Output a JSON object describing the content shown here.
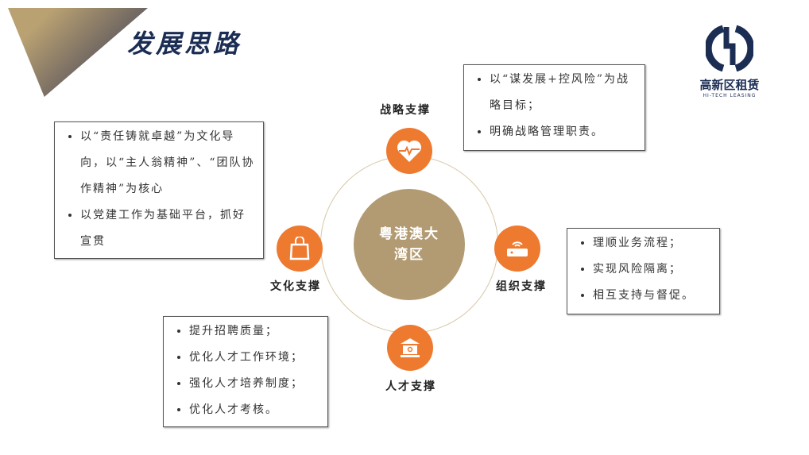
{
  "title": "发展思路",
  "logo": {
    "name": "高新区租赁",
    "english": "HI-TECH LEASING"
  },
  "center": "粤港澳大湾区",
  "colors": {
    "accent": "#ee7a30",
    "gold": "#b29b72",
    "navy": "#1c2d54"
  },
  "pillars": {
    "strategy": {
      "label": "战略支撑",
      "icon": "heartbeat-icon",
      "items": [
        "以“谋发展+控风险”为战略目标；",
        "明确战略管理职责。"
      ]
    },
    "culture": {
      "label": "文化支撑",
      "icon": "shopping-bag-icon",
      "items": [
        "以“责任铸就卓越”为文化导向，以“主人翁精神”、“团队协作精神”为核心",
        "以党建工作为基础平台，抓好宣贯"
      ]
    },
    "organization": {
      "label": "组织支撑",
      "icon": "router-icon",
      "items": [
        "理顺业务流程；",
        "实现风险隔离；",
        "相互支持与督促。"
      ]
    },
    "talent": {
      "label": "人才支撑",
      "icon": "building-icon",
      "items": [
        "提升招聘质量；",
        "优化人才工作环境；",
        "强化人才培养制度；",
        "优化人才考核。"
      ]
    }
  }
}
